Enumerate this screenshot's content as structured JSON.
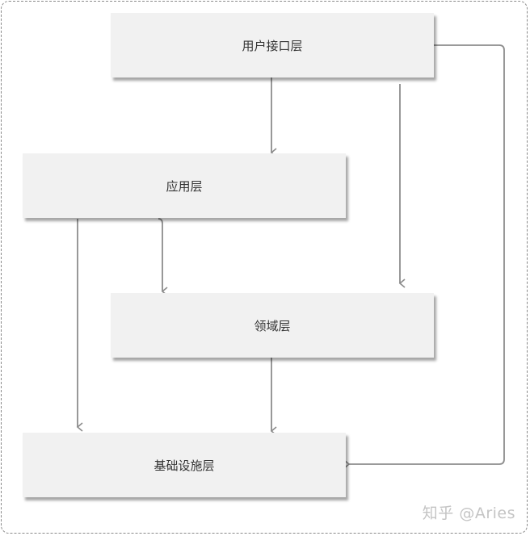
{
  "diagram": {
    "type": "layered-architecture",
    "nodes": [
      {
        "id": "ui",
        "label": "用户接口层"
      },
      {
        "id": "app",
        "label": "应用层"
      },
      {
        "id": "domain",
        "label": "领域层"
      },
      {
        "id": "infra",
        "label": "基础设施层"
      }
    ],
    "edges": [
      {
        "from": "ui",
        "to": "app"
      },
      {
        "from": "ui",
        "to": "domain"
      },
      {
        "from": "ui",
        "to": "infra"
      },
      {
        "from": "app",
        "to": "domain"
      },
      {
        "from": "app",
        "to": "infra"
      },
      {
        "from": "domain",
        "to": "infra"
      }
    ]
  },
  "watermark": "知乎 @Aries",
  "colors": {
    "box_fill": "#f1f1f1",
    "line": "#8c8c8c",
    "frame": "#8a8a8a",
    "text": "#333333"
  }
}
